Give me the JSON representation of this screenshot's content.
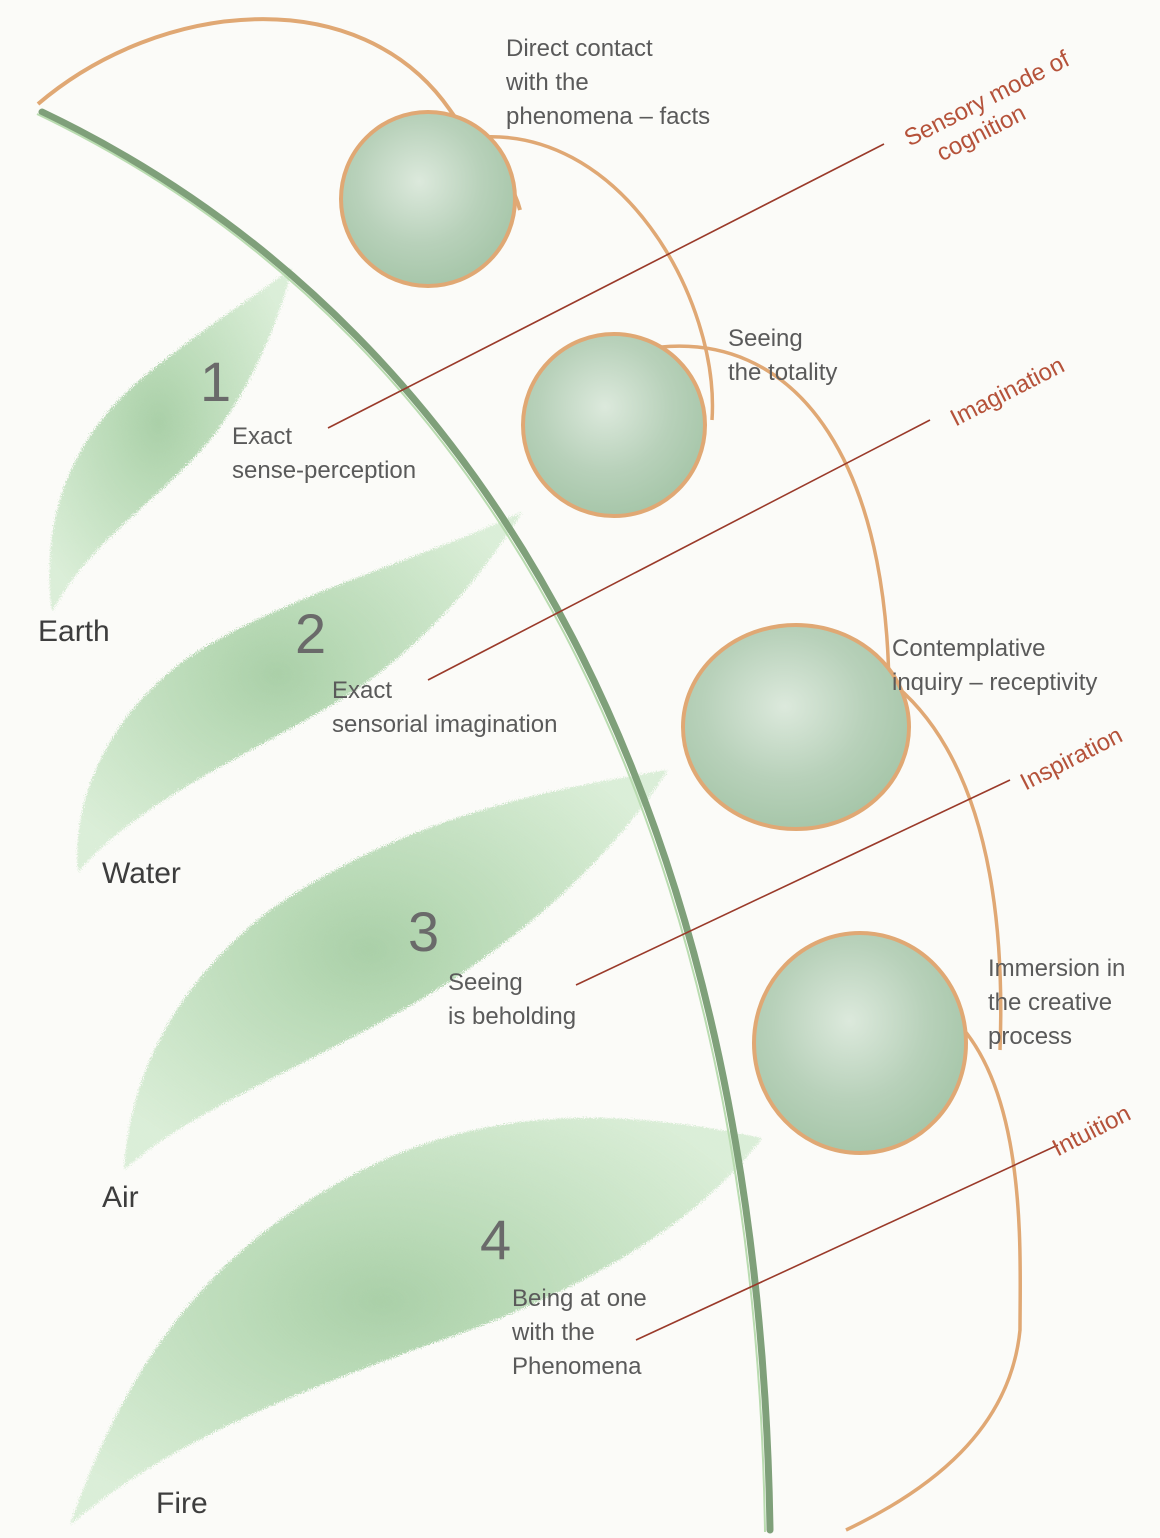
{
  "elements": [
    "Earth",
    "Water",
    "Air",
    "Fire"
  ],
  "stages": [
    {
      "number": "1",
      "leaf_text": [
        "Exact",
        "sense-perception"
      ],
      "circle_text": [
        "Direct contact",
        "with the",
        "phenomena – facts"
      ],
      "mode": [
        "Sensory mode of",
        "cognition"
      ]
    },
    {
      "number": "2",
      "leaf_text": [
        "Exact",
        "sensorial imagination"
      ],
      "circle_text": [
        "Seeing",
        "the totality"
      ],
      "mode": [
        "Imagination"
      ]
    },
    {
      "number": "3",
      "leaf_text": [
        "Seeing",
        "is beholding"
      ],
      "circle_text": [
        "Contemplative",
        "inquiry – receptivity"
      ],
      "mode": [
        "Inspiration"
      ]
    },
    {
      "number": "4",
      "leaf_text": [
        "Being at one",
        "with the",
        "Phenomena"
      ],
      "circle_text": [
        "Immersion in",
        "the creative",
        "process"
      ],
      "mode": [
        "Intuition"
      ]
    }
  ],
  "colors": {
    "leaf": "#8fc48f",
    "stem": "#7fa07a",
    "circle_stroke": "#e0a874",
    "circle_fill": "#b9d3bb",
    "pointer_line": "#9a3a2a",
    "mode_text": "#b5523a"
  }
}
